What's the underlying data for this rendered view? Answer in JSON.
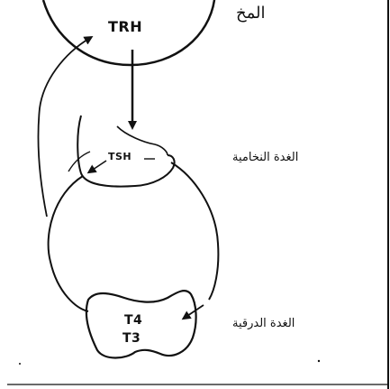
{
  "labels": {
    "trh": "TRH",
    "tsh": "TSH",
    "t4": "T4",
    "t3": "T3",
    "brain": "المخ",
    "pituitary": "الغدة النخامية",
    "thyroid": "الغدة الدرقية"
  },
  "colors": {
    "ink": "#111111",
    "background": "#ffffff"
  }
}
